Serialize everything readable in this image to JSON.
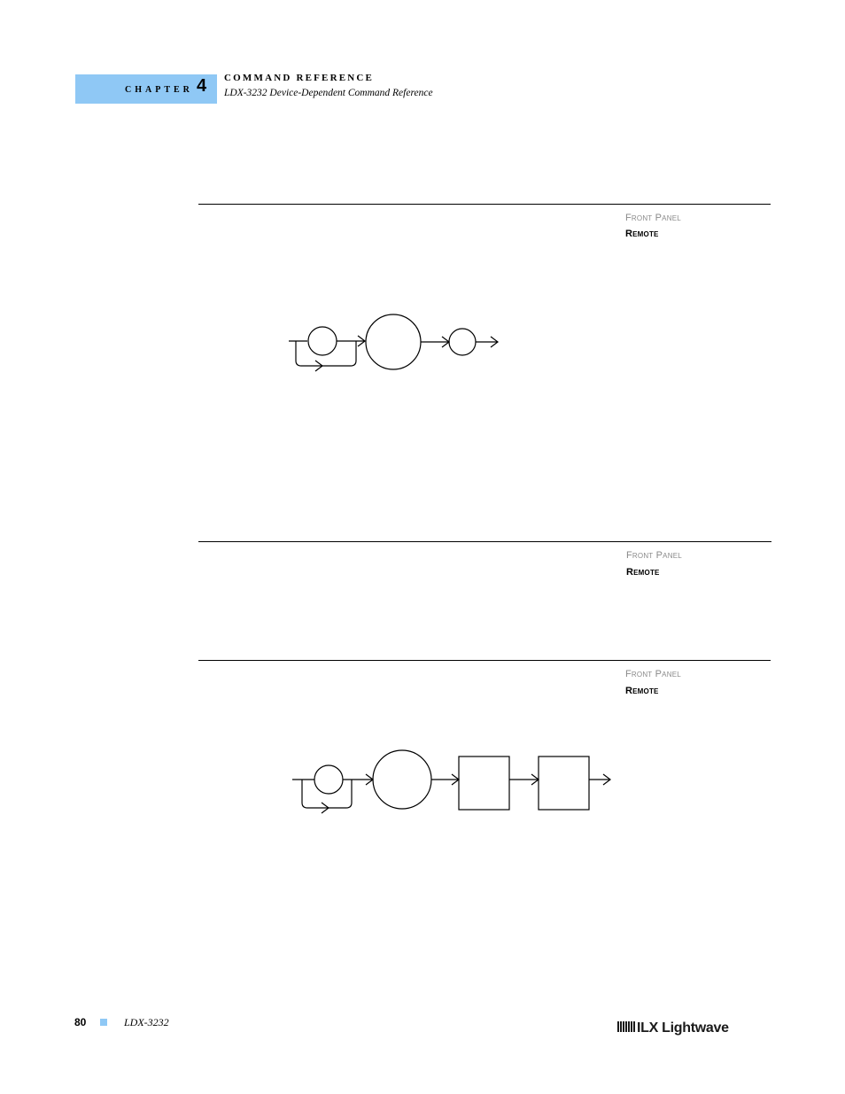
{
  "header": {
    "chapter_word": "CHAPTER",
    "chapter_number": "4",
    "title": "COMMAND REFERENCE",
    "subtitle": "LDX-3232 Device-Dependent Command Reference"
  },
  "sections": [
    {
      "front_panel": "Front Panel",
      "remote": "Remote"
    },
    {
      "front_panel": "Front Panel",
      "remote": "Remote"
    },
    {
      "front_panel": "Front Panel",
      "remote": "Remote"
    }
  ],
  "footer": {
    "page_number": "80",
    "model": "LDX-3232",
    "logo_text": "ILX Lightwave"
  },
  "colors": {
    "accent": "#8fc8f5",
    "panel_inactive": "#8a8a8a"
  }
}
